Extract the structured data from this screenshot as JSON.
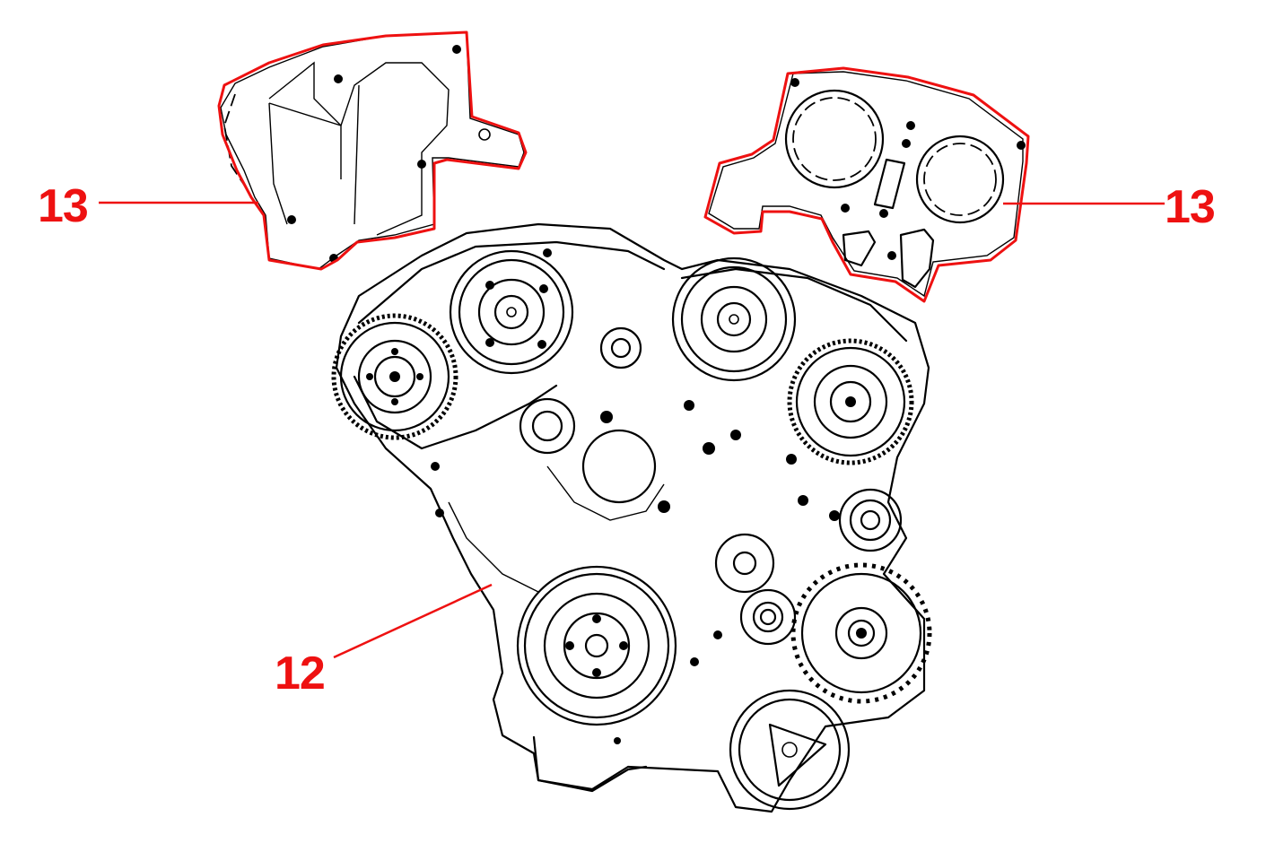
{
  "callouts": {
    "left_cover_label": "13",
    "right_cover_label": "13",
    "engine_label": "12"
  },
  "colors": {
    "callout": "#ee1111",
    "line_art": "#000000",
    "background": "#ffffff"
  }
}
